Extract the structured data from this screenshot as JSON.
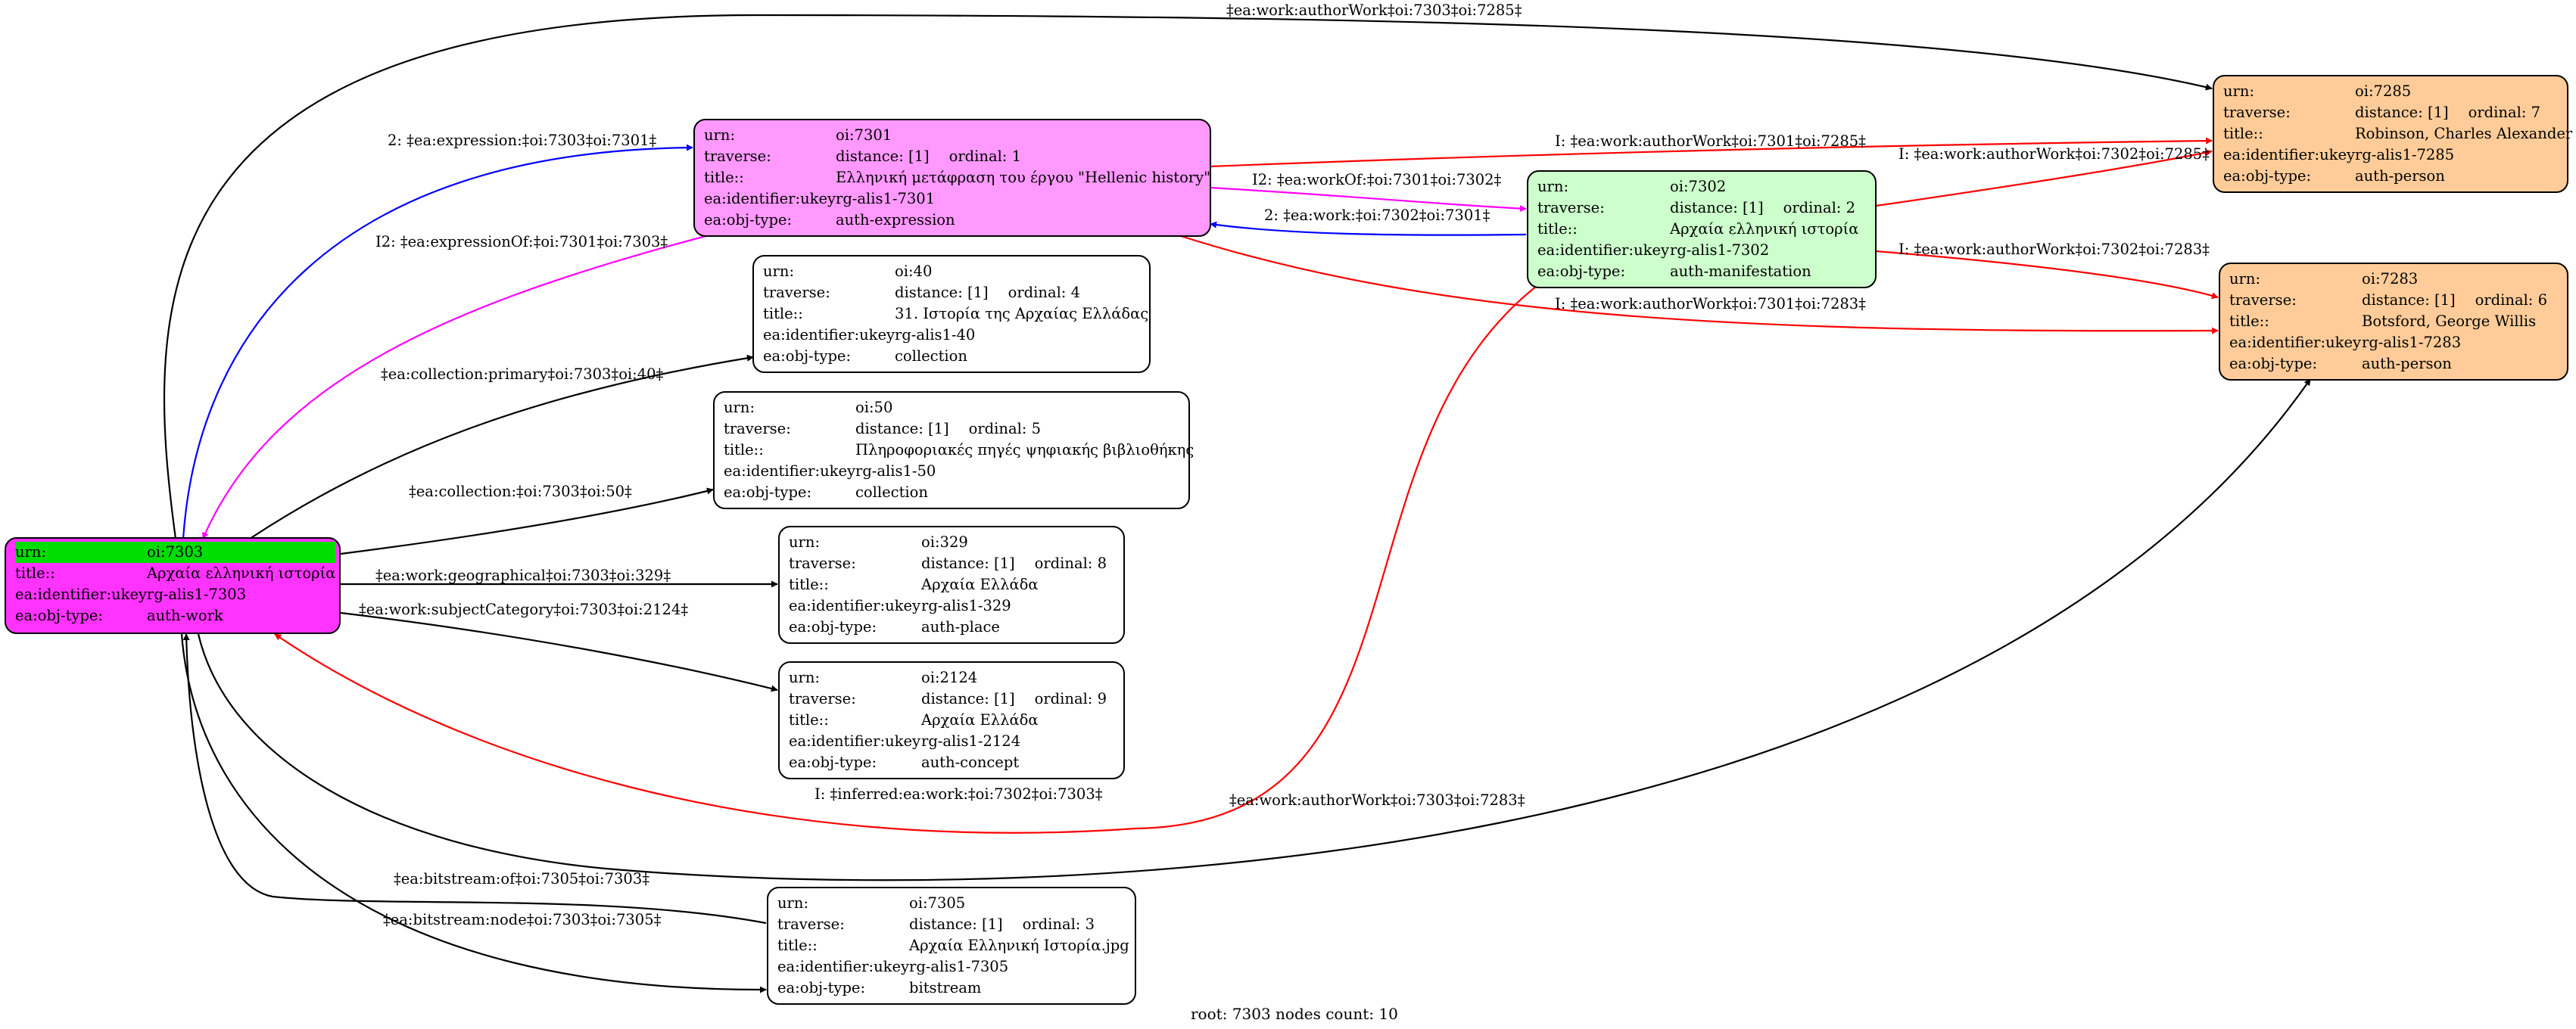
{
  "footer": "root: 7303 nodes count: 10",
  "colors": {
    "root_fill": "#ff33ff",
    "root_highlight": "#00dd00",
    "expression_fill": "#ff99ff",
    "manifestation_fill": "#ccffcc",
    "person_fill": "#ffcc99",
    "edge_black": "#000000",
    "edge_blue": "#0000ff",
    "edge_magenta": "#ff00ff",
    "edge_red": "#ff0000"
  },
  "keys": {
    "urn": "urn:",
    "traverse": "traverse:",
    "title": "title::",
    "ukey": "ea:identifier:ukey",
    "type": "ea:obj-type:"
  },
  "nodes": {
    "n7303": {
      "urn": "oi:7303",
      "title": "Αρχαία ελληνική ιστορία",
      "ukey": "rg-alis1-7303",
      "type": "auth-work"
    },
    "n7301": {
      "urn": "oi:7301",
      "distance": "distance: [1]",
      "ordinal": "ordinal: 1",
      "title": "Ελληνική μετάφραση του έργου \"Hellenic history\"",
      "ukey": "rg-alis1-7301",
      "type": "auth-expression"
    },
    "n40": {
      "urn": "oi:40",
      "distance": "distance: [1]",
      "ordinal": "ordinal: 4",
      "title": "31. Ιστορία της Αρχαίας Ελλάδας",
      "ukey": "rg-alis1-40",
      "type": "collection"
    },
    "n50": {
      "urn": "oi:50",
      "distance": "distance: [1]",
      "ordinal": "ordinal: 5",
      "title": "Πληροφοριακές πηγές ψηφιακής βιβλιοθήκης",
      "ukey": "rg-alis1-50",
      "type": "collection"
    },
    "n329": {
      "urn": "oi:329",
      "distance": "distance: [1]",
      "ordinal": "ordinal: 8",
      "title": "Αρχαία Ελλάδα",
      "ukey": "rg-alis1-329",
      "type": "auth-place"
    },
    "n2124": {
      "urn": "oi:2124",
      "distance": "distance: [1]",
      "ordinal": "ordinal: 9",
      "title": "Αρχαία Ελλάδα",
      "ukey": "rg-alis1-2124",
      "type": "auth-concept"
    },
    "n7305": {
      "urn": "oi:7305",
      "distance": "distance: [1]",
      "ordinal": "ordinal: 3",
      "title": "Αρχαία Ελληνική Ιστορία.jpg",
      "ukey": "rg-alis1-7305",
      "type": "bitstream"
    },
    "n7302": {
      "urn": "oi:7302",
      "distance": "distance: [1]",
      "ordinal": "ordinal: 2",
      "title": "Αρχαία ελληνική ιστορία",
      "ukey": "rg-alis1-7302",
      "type": "auth-manifestation"
    },
    "n7285": {
      "urn": "oi:7285",
      "distance": "distance: [1]",
      "ordinal": "ordinal: 7",
      "title": "Robinson, Charles Alexander",
      "ukey": "rg-alis1-7285",
      "type": "auth-person"
    },
    "n7283": {
      "urn": "oi:7283",
      "distance": "distance: [1]",
      "ordinal": "ordinal: 6",
      "title": "Botsford, George Willis",
      "ukey": "rg-alis1-7283",
      "type": "auth-person"
    }
  },
  "edge_labels": [
    "‡ea:work:authorWork‡oi:7303‡oi:7285‡",
    "2: ‡ea:expression:‡oi:7303‡oi:7301‡",
    "I2: ‡ea:expressionOf:‡oi:7301‡oi:7303‡",
    "‡ea:collection:primary‡oi:7303‡oi:40‡",
    "‡ea:collection:‡oi:7303‡oi:50‡",
    "‡ea:work:geographical‡oi:7303‡oi:329‡",
    "‡ea:work:subjectCategory‡oi:7303‡oi:2124‡",
    "I: ‡inferred:ea:work:‡oi:7302‡oi:7303‡",
    "‡ea:work:authorWork‡oi:7303‡oi:7283‡",
    "‡ea:bitstream:of‡oi:7305‡oi:7303‡",
    "‡ea:bitstream:node‡oi:7303‡oi:7305‡",
    "I: ‡ea:work:authorWork‡oi:7301‡oi:7285‡",
    "I2: ‡ea:workOf:‡oi:7301‡oi:7302‡",
    "2: ‡ea:work:‡oi:7302‡oi:7301‡",
    "I: ‡ea:work:authorWork‡oi:7302‡oi:7285‡",
    "I: ‡ea:work:authorWork‡oi:7302‡oi:7283‡",
    "I: ‡ea:work:authorWork‡oi:7301‡oi:7283‡"
  ]
}
